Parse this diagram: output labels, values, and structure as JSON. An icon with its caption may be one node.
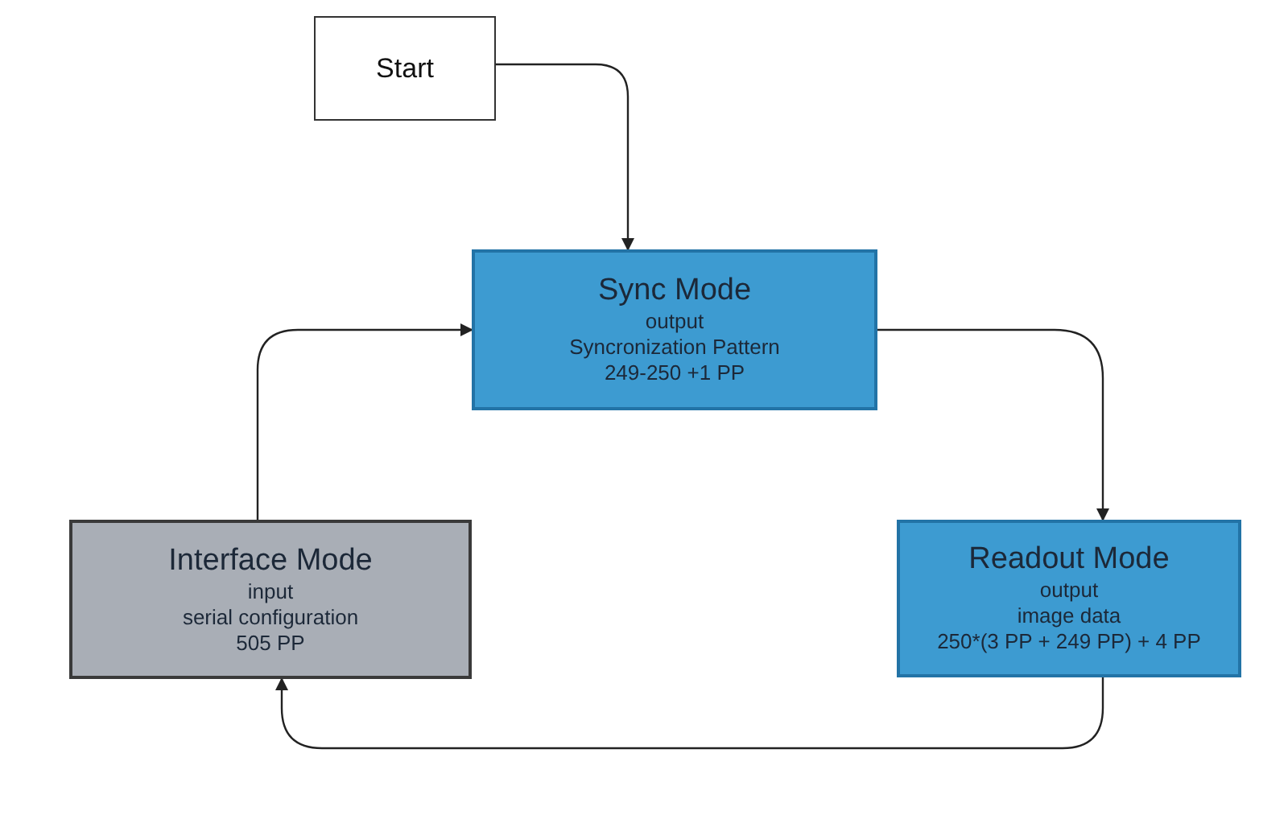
{
  "diagram": {
    "nodes": [
      {
        "text": [
          "Start"
        ]
      },
      {
        "text": [
          "Sync Mode",
          "output",
          "Syncronization Pattern",
          "249-250 +1 PP"
        ]
      },
      {
        "text": [
          "Readout Mode",
          "output",
          "image data",
          "250*(3 PP + 249 PP) + 4 PP"
        ]
      },
      {
        "text": [
          "Interface Mode",
          "input",
          "serial configuration",
          "505 PP"
        ]
      }
    ],
    "edges": [
      {
        "from": 0,
        "to": 1,
        "arrow": "to"
      },
      {
        "from": 1,
        "to": 2,
        "arrow": "to"
      },
      {
        "from": 2,
        "to": 3,
        "arrow": "to"
      },
      {
        "from": 3,
        "to": 1,
        "arrow": "to"
      }
    ]
  }
}
